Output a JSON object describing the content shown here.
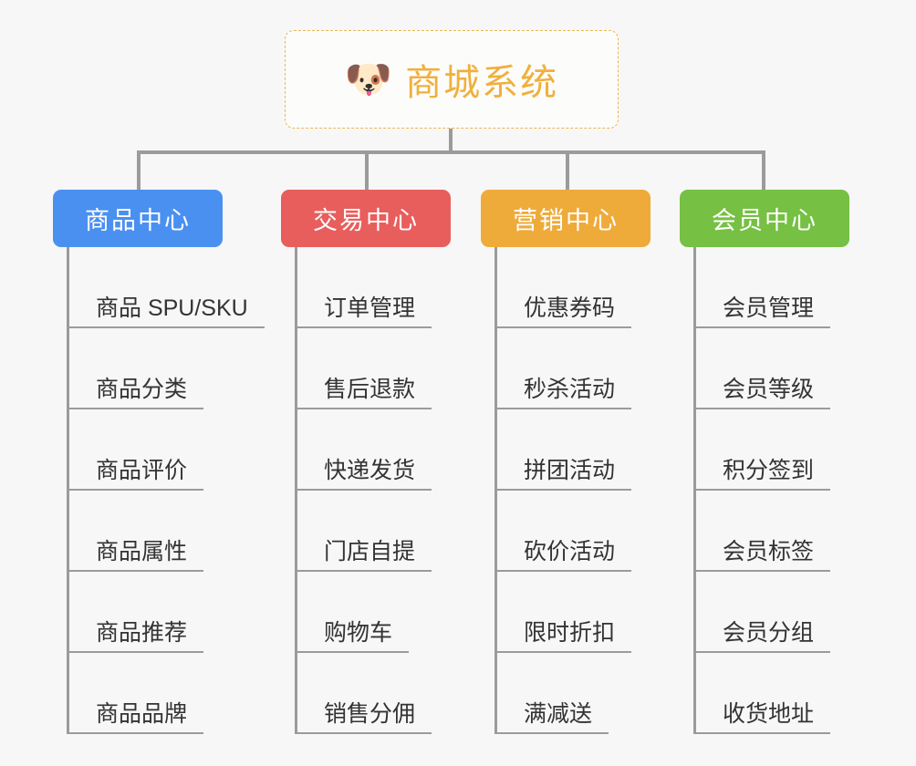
{
  "root": {
    "icon": "shiba-dog-face-emoji",
    "emoji": "🐶",
    "title": "商城系统",
    "accent": "#f0b03c",
    "border": "#e8b755"
  },
  "columns": [
    {
      "id": "product-center",
      "label": "商品中心",
      "color": "#4a90f0",
      "items": [
        "商品 SPU/SKU",
        "商品分类",
        "商品评价",
        "商品属性",
        "商品推荐",
        "商品品牌"
      ]
    },
    {
      "id": "trade-center",
      "label": "交易中心",
      "color": "#e85e5c",
      "items": [
        "订单管理",
        "售后退款",
        "快递发货",
        "门店自提",
        "购物车",
        "销售分佣"
      ]
    },
    {
      "id": "marketing-center",
      "label": "营销中心",
      "color": "#eeab3a",
      "items": [
        "优惠券码",
        "秒杀活动",
        "拼团活动",
        "砍价活动",
        "限时折扣",
        "满减送"
      ]
    },
    {
      "id": "member-center",
      "label": "会员中心",
      "color": "#76c043",
      "items": [
        "会员管理",
        "会员等级",
        "积分签到",
        "会员标签",
        "会员分组",
        "收货地址"
      ]
    }
  ]
}
